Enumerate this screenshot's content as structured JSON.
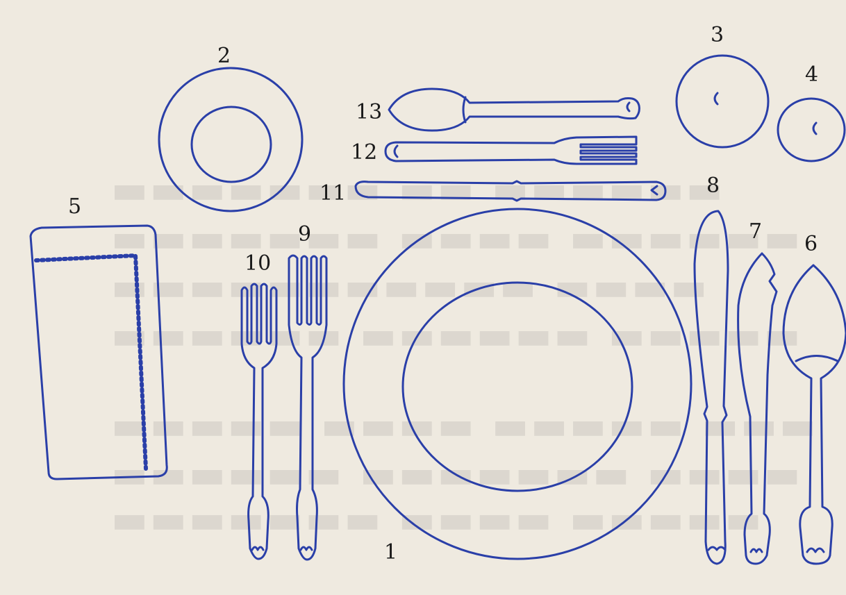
{
  "labels": {
    "n1": "1",
    "n2": "2",
    "n3": "3",
    "n4": "4",
    "n5": "5",
    "n6": "6",
    "n7": "7",
    "n8": "8",
    "n9": "9",
    "n10": "10",
    "n11": "11",
    "n12": "12",
    "n13": "13"
  },
  "colors": {
    "ink": "#2a3fa8",
    "paper": "#efeae0",
    "label": "#1a1a1a"
  }
}
